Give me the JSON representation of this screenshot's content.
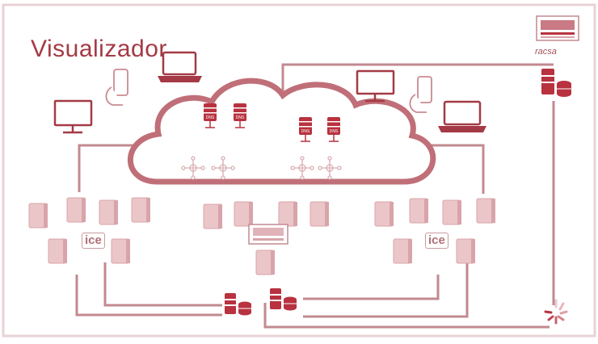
{
  "diagram": {
    "title": "Visualizador",
    "brand_text": "racsa",
    "provider_label": "ice",
    "server_label": "DNS"
  },
  "colors": {
    "accent": "#a43a45",
    "line": "#c28a90",
    "cloud_stroke": "#c06f78",
    "server_light": "#ebc6c9",
    "server_dark": "#d8a4aa",
    "dark_server": "#b8323f"
  }
}
